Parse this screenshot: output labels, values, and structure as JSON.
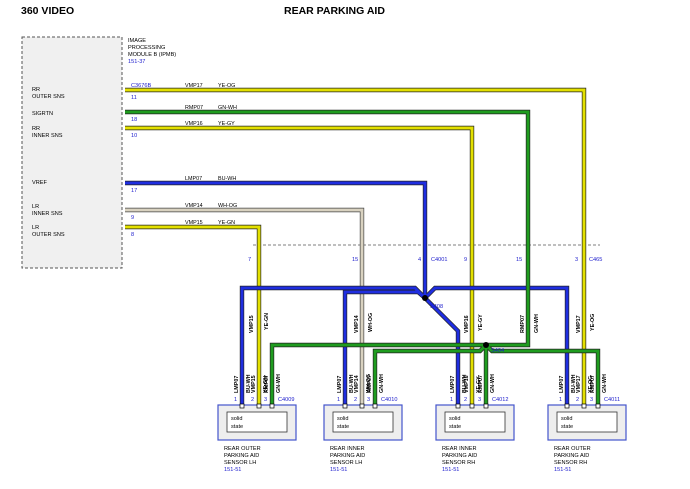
{
  "header": {
    "left_title": "360 VIDEO",
    "center_title": "REAR PARKING AID"
  },
  "module": {
    "name_lines": [
      "IMAGE",
      "PROCESSING",
      "MODULE B (IPMB)"
    ],
    "ref": "151-37",
    "connector": "C3676B",
    "pins": [
      {
        "label_lines": [
          "RR",
          "OUTER SNS"
        ],
        "pin": "11"
      },
      {
        "label_lines": [
          "SIGRTN"
        ],
        "pin": "18"
      },
      {
        "label_lines": [
          "RR",
          "INNER SNS"
        ],
        "pin": "10"
      },
      {
        "label_lines": [
          "VREF"
        ],
        "pin": "17"
      },
      {
        "label_lines": [
          "LR",
          "INNER SNS"
        ],
        "pin": "9"
      },
      {
        "label_lines": [
          "LR",
          "OUTER SNS"
        ],
        "pin": "8"
      }
    ]
  },
  "wires": [
    {
      "circuit": "VMP17",
      "color_code": "YE-OG",
      "hex": "#e3e000"
    },
    {
      "circuit": "RMP07",
      "color_code": "GN-WH",
      "hex": "#1f9c1f"
    },
    {
      "circuit": "VMP16",
      "color_code": "YE-GY",
      "hex": "#e3e000"
    },
    {
      "circuit": "LMP07",
      "color_code": "BU-WH",
      "hex": "#1f2ee0"
    },
    {
      "circuit": "VMP14",
      "color_code": "WH-OG",
      "hex": "#d9d2c0"
    },
    {
      "circuit": "VMP15",
      "color_code": "YE-GN",
      "hex": "#e3e000"
    }
  ],
  "inline_connectors": {
    "left": {
      "pins": [
        "7",
        "15",
        "4"
      ],
      "name": "C4001"
    },
    "right": {
      "pins": [
        "9",
        "15",
        "3"
      ],
      "name": "C465"
    }
  },
  "splices": {
    "s408": "S408",
    "s404": "S404"
  },
  "vertical_labels": {
    "lh_outer_feed": [
      "VMP15",
      "YE-GN"
    ],
    "lh_inner_feed": [
      "VMP14",
      "WH-OG"
    ],
    "rh_inner_feed": [
      "VMP16",
      "YE-GY"
    ],
    "rh_ground_feed": [
      "RMP07",
      "GN-WH"
    ],
    "rh_outer_feed": [
      "VMP17",
      "YE-OG"
    ],
    "sensor_drop": [
      "LMP07",
      "BU-WH",
      "VMP",
      "YE",
      "RMP07",
      "GN-WH"
    ]
  },
  "sensors": [
    {
      "name_lines": [
        "REAR OUTER",
        "PARKING AID",
        "SENSOR LH"
      ],
      "ref": "151-51",
      "connector": "C4009",
      "pins": [
        "1",
        "2",
        "3"
      ],
      "inner": [
        "solid",
        "state"
      ],
      "drop_labels": [
        [
          "LMP07",
          "BU-WH"
        ],
        [
          "VMP15",
          "YE-GN"
        ],
        [
          "RMP07",
          "GN-WH"
        ]
      ]
    },
    {
      "name_lines": [
        "REAR INNER",
        "PARKING AID",
        "SENSOR LH"
      ],
      "ref": "151-51",
      "connector": "C4010",
      "pins": [
        "1",
        "2",
        "3"
      ],
      "inner": [
        "solid",
        "state"
      ],
      "drop_labels": [
        [
          "LMP07",
          "BU-WH"
        ],
        [
          "VMP14",
          "WH-OG"
        ],
        [
          "RMP07",
          "GN-WH"
        ]
      ]
    },
    {
      "name_lines": [
        "REAR INNER",
        "PARKING AID",
        "SENSOR RH"
      ],
      "ref": "151-51",
      "connector": "C4012",
      "pins": [
        "1",
        "2",
        "3"
      ],
      "inner": [
        "solid",
        "state"
      ],
      "drop_labels": [
        [
          "LMP07",
          "BU-WH"
        ],
        [
          "VMP16",
          "YE-GY"
        ],
        [
          "RMP07",
          "GN-WH"
        ]
      ]
    },
    {
      "name_lines": [
        "REAR OUTER",
        "PARKING AID",
        "SENSOR RH"
      ],
      "ref": "151-51",
      "connector": "C4011",
      "pins": [
        "1",
        "2",
        "3"
      ],
      "inner": [
        "solid",
        "state"
      ],
      "drop_labels": [
        [
          "LMP07",
          "BU-WH"
        ],
        [
          "VMP17",
          "YE-OG"
        ],
        [
          "RMP07",
          "GN-WH"
        ]
      ]
    }
  ]
}
